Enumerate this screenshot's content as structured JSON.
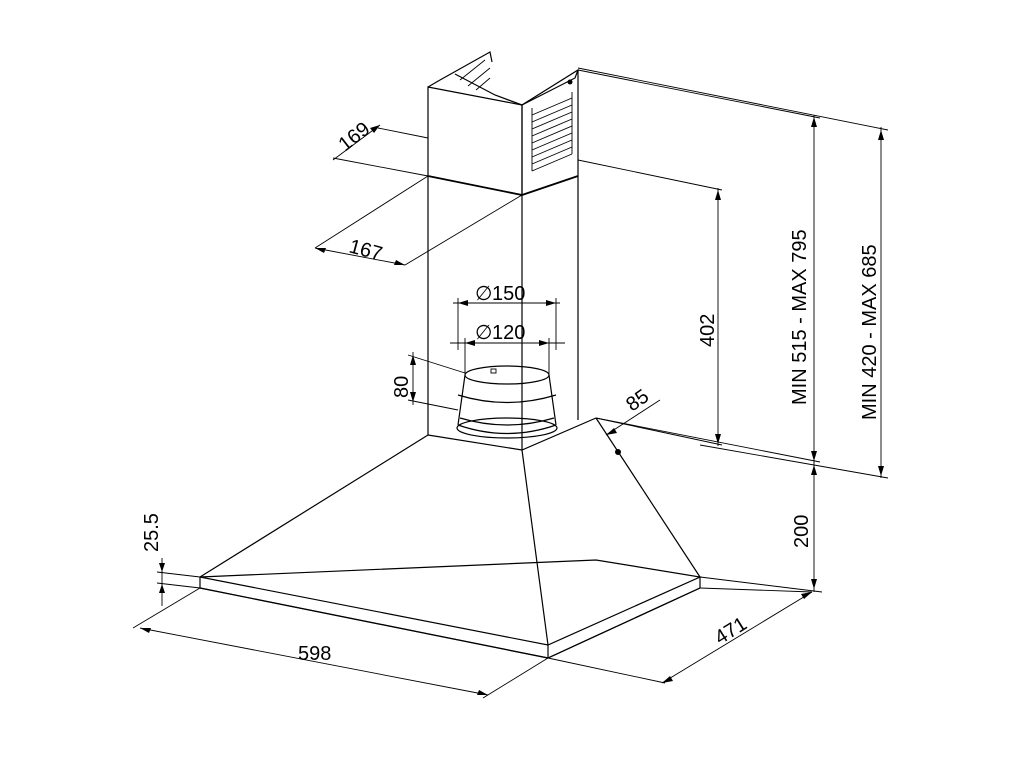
{
  "dimensions": {
    "chimney_depth": "169",
    "chimney_width": "167",
    "outlet_outer_diameter": "150",
    "outlet_inner_diameter": "120",
    "outlet_height": "80",
    "lower_chimney_height": "402",
    "hood_edge_offset": "85",
    "total_height_range_1": "MIN  515  -  MAX  795",
    "total_height_range_2": "MIN  420  -  MAX  685",
    "hood_height": "200",
    "hood_depth": "471",
    "hood_width": "598",
    "hood_lip_height": "25.5"
  },
  "symbols": {
    "diameter": "∅"
  }
}
